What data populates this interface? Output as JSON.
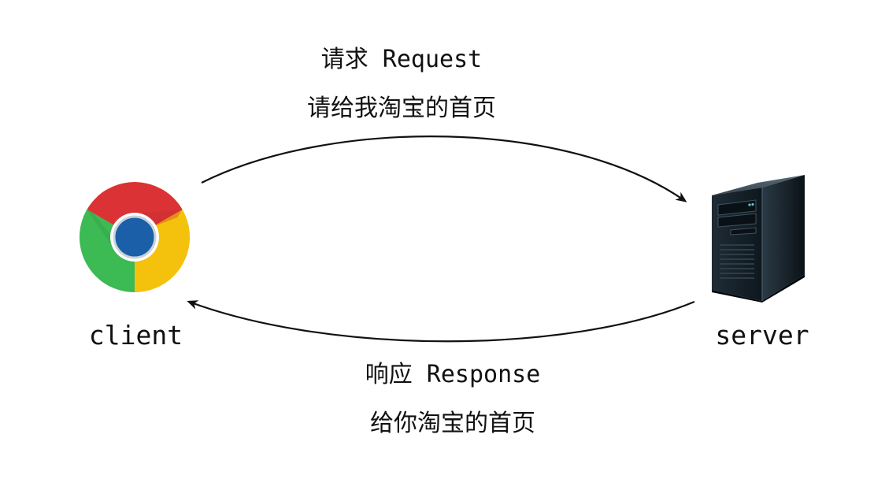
{
  "request": {
    "title": "请求 Request",
    "description": "请给我淘宝的首页"
  },
  "response": {
    "title": "响应 Response",
    "description": "给你淘宝的首页"
  },
  "client": {
    "label": "client",
    "icon": "chrome-browser-icon"
  },
  "server": {
    "label": "server",
    "icon": "server-tower-icon"
  },
  "colors": {
    "text": "#111111",
    "arrow": "#111111",
    "chrome_red": "#db3236",
    "chrome_green": "#3cba54",
    "chrome_yellow": "#f4c20d",
    "chrome_blue": "#1a5fa8"
  }
}
